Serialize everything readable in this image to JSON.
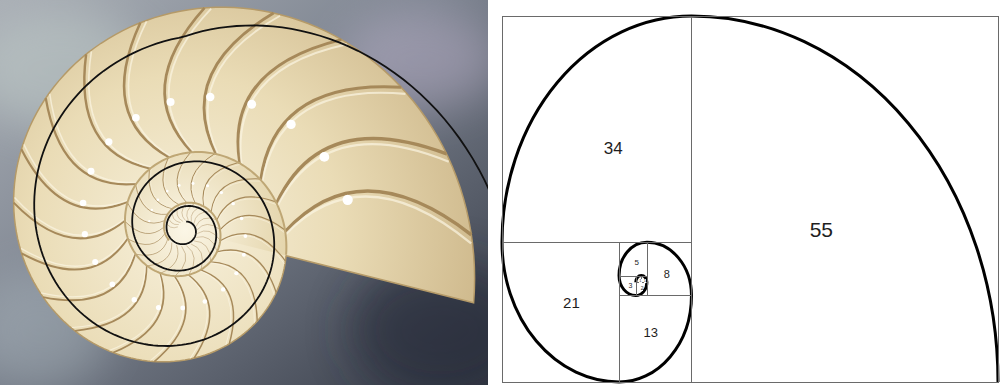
{
  "diagram": {
    "nodes": [
      {
        "text": [
          "34"
        ]
      },
      {
        "text": [
          "55"
        ]
      },
      {
        "text": [
          "21"
        ]
      },
      {
        "text": [
          "13"
        ]
      },
      {
        "text": [
          "8"
        ]
      },
      {
        "text": [
          "5"
        ]
      },
      {
        "text": [
          "3"
        ]
      },
      {
        "text": [
          "2"
        ]
      },
      {
        "text": [
          "1"
        ]
      },
      {
        "text": [
          "1"
        ]
      }
    ]
  }
}
